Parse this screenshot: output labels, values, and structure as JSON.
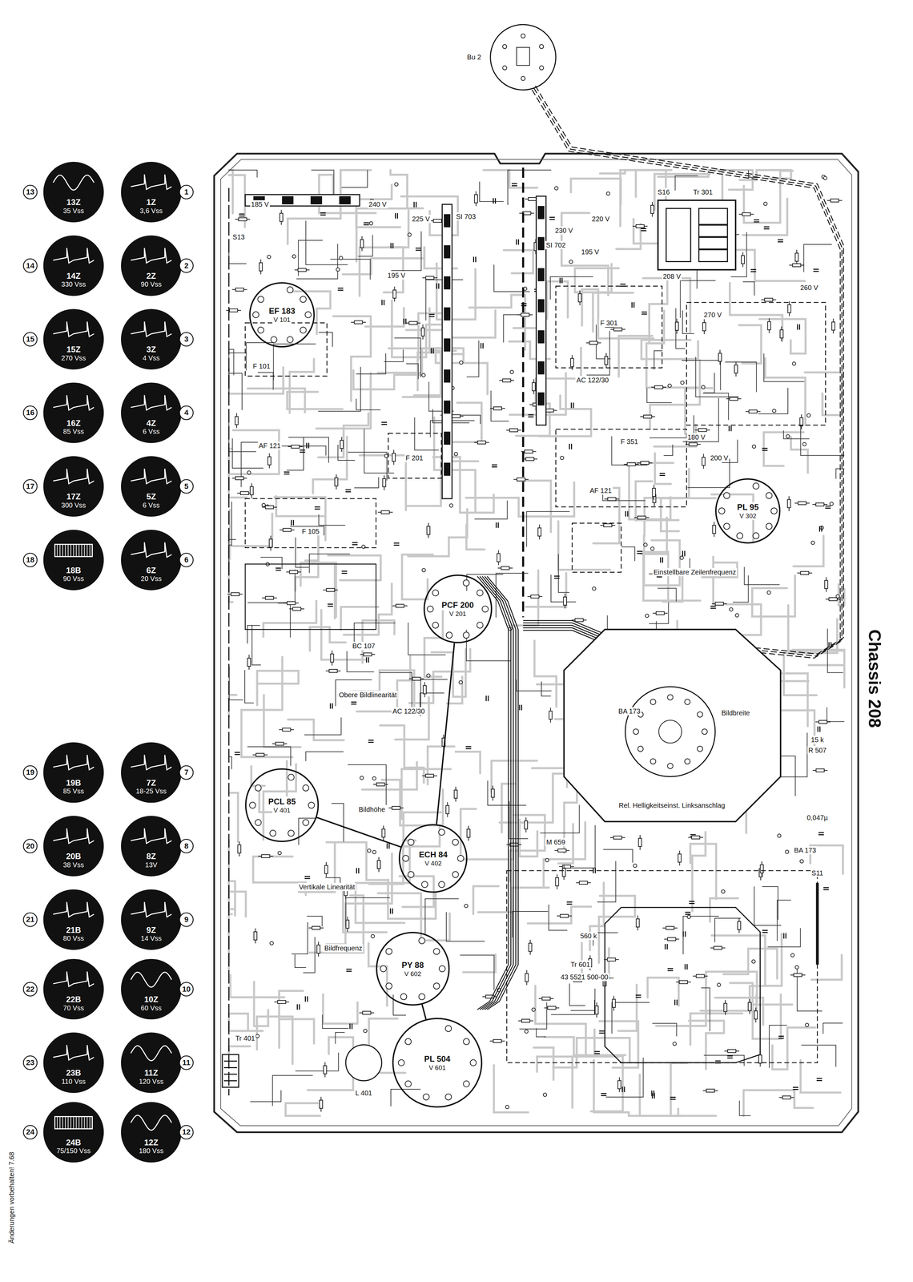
{
  "diagram": {
    "title": "Chassis 208",
    "nodes": [
      {
        "text": [
          "1Z",
          "3,6 Vss"
        ]
      },
      {
        "text": [
          "2Z",
          "90 Vss"
        ]
      },
      {
        "text": [
          "3Z",
          "4 Vss"
        ]
      },
      {
        "text": [
          "4Z",
          "6 Vss"
        ]
      },
      {
        "text": [
          "5Z",
          "6 Vss"
        ]
      },
      {
        "text": [
          "6Z",
          "20 Vss"
        ]
      },
      {
        "text": [
          "7Z",
          "18-25 Vss"
        ]
      },
      {
        "text": [
          "8Z",
          "13V"
        ]
      },
      {
        "text": [
          "9Z",
          "14 Vss"
        ]
      },
      {
        "text": [
          "10Z",
          "60 Vss"
        ]
      },
      {
        "text": [
          "11Z",
          "120 Vss"
        ]
      },
      {
        "text": [
          "12Z",
          "180 Vss"
        ]
      },
      {
        "text": [
          "13Z",
          "35 Vss"
        ]
      },
      {
        "text": [
          "14Z",
          "330 Vss"
        ]
      },
      {
        "text": [
          "15Z",
          "270 Vss"
        ]
      },
      {
        "text": [
          "16Z",
          "85 Vss"
        ]
      },
      {
        "text": [
          "17Z",
          "300 Vss"
        ]
      },
      {
        "text": [
          "18B",
          "90 Vss"
        ]
      },
      {
        "text": [
          "19B",
          "85 Vss"
        ]
      },
      {
        "text": [
          "20B",
          "38 Vss"
        ]
      },
      {
        "text": [
          "21B",
          "80 Vss"
        ]
      },
      {
        "text": [
          "22B",
          "70 Vss"
        ]
      },
      {
        "text": [
          "23B",
          "110 Vss"
        ]
      },
      {
        "text": [
          "24B",
          "75/150 Vss"
        ]
      },
      {
        "text": [
          "EF 183",
          "V 101"
        ]
      },
      {
        "text": [
          "PCF 200",
          "V 201"
        ]
      },
      {
        "text": [
          "PL 95",
          "V 302"
        ]
      },
      {
        "text": [
          "PCL 85",
          "V 401"
        ]
      },
      {
        "text": [
          "ECH 84",
          "V 402"
        ]
      },
      {
        "text": [
          "PY 88",
          "V 602"
        ]
      },
      {
        "text": [
          "PL 504",
          "V 601"
        ]
      }
    ],
    "edges": [
      {
        "from": 29,
        "to": 30,
        "arrow": "none"
      },
      {
        "from": 27,
        "to": 28,
        "arrow": "none"
      },
      {
        "from": 25,
        "to": 28,
        "arrow": "none"
      }
    ],
    "labels": [
      "1",
      "2",
      "3",
      "4",
      "5",
      "6",
      "7",
      "8",
      "9",
      "10",
      "11",
      "12",
      "13",
      "14",
      "15",
      "16",
      "17",
      "18",
      "19",
      "20",
      "21",
      "22",
      "23",
      "24",
      "Bu 2",
      "185 V",
      "240 V",
      "195 V",
      "225 V",
      "220 V",
      "230 V",
      "195 V",
      "208 V",
      "260 V",
      "270 V",
      "180 V",
      "200 V",
      "S13",
      "S16",
      "Tr 301",
      "SI 702",
      "SI 703",
      "F 101",
      "AF 121",
      "F 105",
      "F 201",
      "F 301",
      "AC 122/30",
      "F 351",
      "AF 121",
      "Einstellbare Zeilenfrequenz",
      "Rel. Helligkeitseinst. Linksanschlag",
      "BA 173",
      "Bildbreite",
      "BC 107",
      "Obere Bildlinearität",
      "AC 122/30",
      "Bildhöhe",
      "Vertikale Linearität",
      "Bildfrequenz",
      "M 659",
      "560 k",
      "Tr 601",
      "43 5521 500-00",
      "Tr 401",
      "L 401",
      "15 k",
      "R 507",
      "0,047µ",
      "BA 173",
      "S11",
      "Änderungen vorbehalten! 7.68"
    ]
  }
}
